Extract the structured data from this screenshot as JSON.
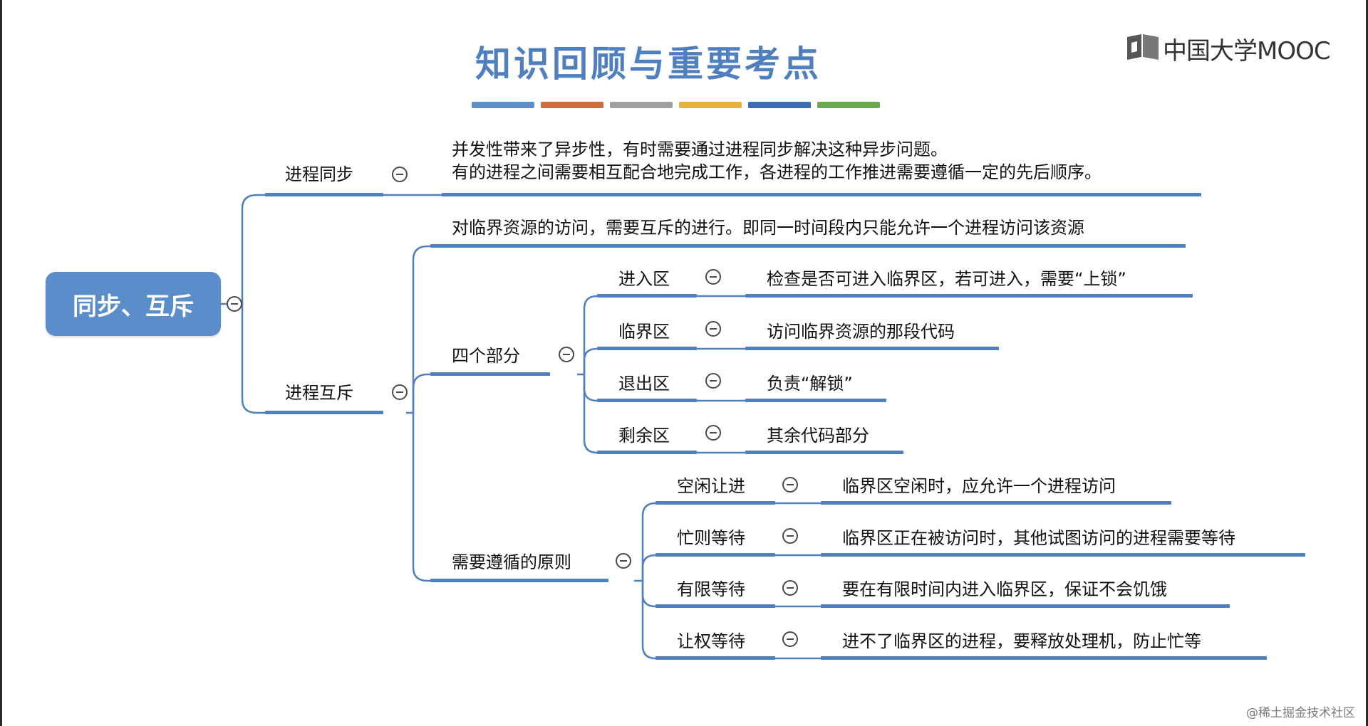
{
  "title": "知识回顾与重要考点",
  "stripes": [
    "#5b8fc9",
    "#d36a3a",
    "#a0a0a0",
    "#e9b23b",
    "#3d6db4",
    "#6aa84f"
  ],
  "logo": {
    "text": "中国大学MOOC"
  },
  "root": {
    "label": "同步、互斥"
  },
  "branches": {
    "sync": {
      "label": "进程同步",
      "description": "并发性带来了异步性，有时需要通过进程同步解决这种异步问题。\n有的进程之间需要相互配合地完成工作，各进程的工作推进需要遵循一定的先后顺序。"
    },
    "mutex": {
      "label": "进程互斥",
      "description": "对临界资源的访问，需要互斥的进行。即同一时间段内只能允许一个进程访问该资源",
      "four_parts": {
        "label": "四个部分",
        "items": [
          {
            "label": "进入区",
            "desc": "检查是否可进入临界区，若可进入，需要“上锁”"
          },
          {
            "label": "临界区",
            "desc": "访问临界资源的那段代码"
          },
          {
            "label": "退出区",
            "desc": "负责“解锁”"
          },
          {
            "label": "剩余区",
            "desc": "其余代码部分"
          }
        ]
      },
      "principles": {
        "label": "需要遵循的原则",
        "items": [
          {
            "label": "空闲让进",
            "desc": "临界区空闲时，应允许一个进程访问"
          },
          {
            "label": "忙则等待",
            "desc": "临界区正在被访问时，其他试图访问的进程需要等待"
          },
          {
            "label": "有限等待",
            "desc": "要在有限时间内进入临界区，保证不会饥饿"
          },
          {
            "label": "让权等待",
            "desc": "进不了临界区的进程，要释放处理机，防止忙等"
          }
        ]
      }
    }
  },
  "watermark": "@稀土掘金技术社区"
}
